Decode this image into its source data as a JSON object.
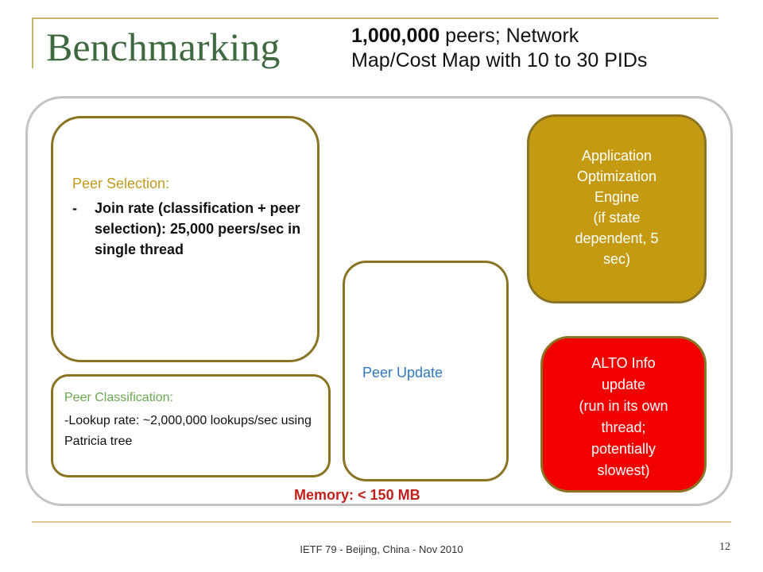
{
  "slide": {
    "title": "Benchmarking",
    "subtitle_bold": "1,000,000",
    "subtitle_rest": " peers; Network",
    "subtitle_line2": "Map/Cost Map with 10 to 30 PIDs",
    "peer_selection": {
      "heading": "Peer Selection:",
      "dash": "-",
      "text": "Join rate (classification + peer selection): 25,000 peers/sec in single thread"
    },
    "peer_classification": {
      "heading": "Peer Classification:",
      "text": "-Lookup rate: ~2,000,000 lookups/sec using Patricia tree"
    },
    "peer_update": {
      "label": "Peer Update"
    },
    "app_engine": {
      "line1": "Application",
      "line2": "Optimization",
      "line3": "Engine",
      "line4": "(if state",
      "line5": "dependent, 5",
      "line6": "sec)"
    },
    "alto_update": {
      "line1": "ALTO Info",
      "line2": "update",
      "line3": "(run in its own",
      "line4": "thread;",
      "line5": "potentially",
      "line6": "slowest)"
    },
    "memory_label": "Memory:",
    "memory_value": "< 150 MB",
    "footer": "IETF 79 - Beijing, China - Nov 2010",
    "page_number": "12"
  },
  "colors": {
    "title": "#3f6a3f",
    "accent_gold": "#c39a10",
    "alto_red": "#f20000",
    "peer_update_blue": "#2f79c4",
    "classification_green": "#6aa84f",
    "memory_red": "#c0201b"
  }
}
